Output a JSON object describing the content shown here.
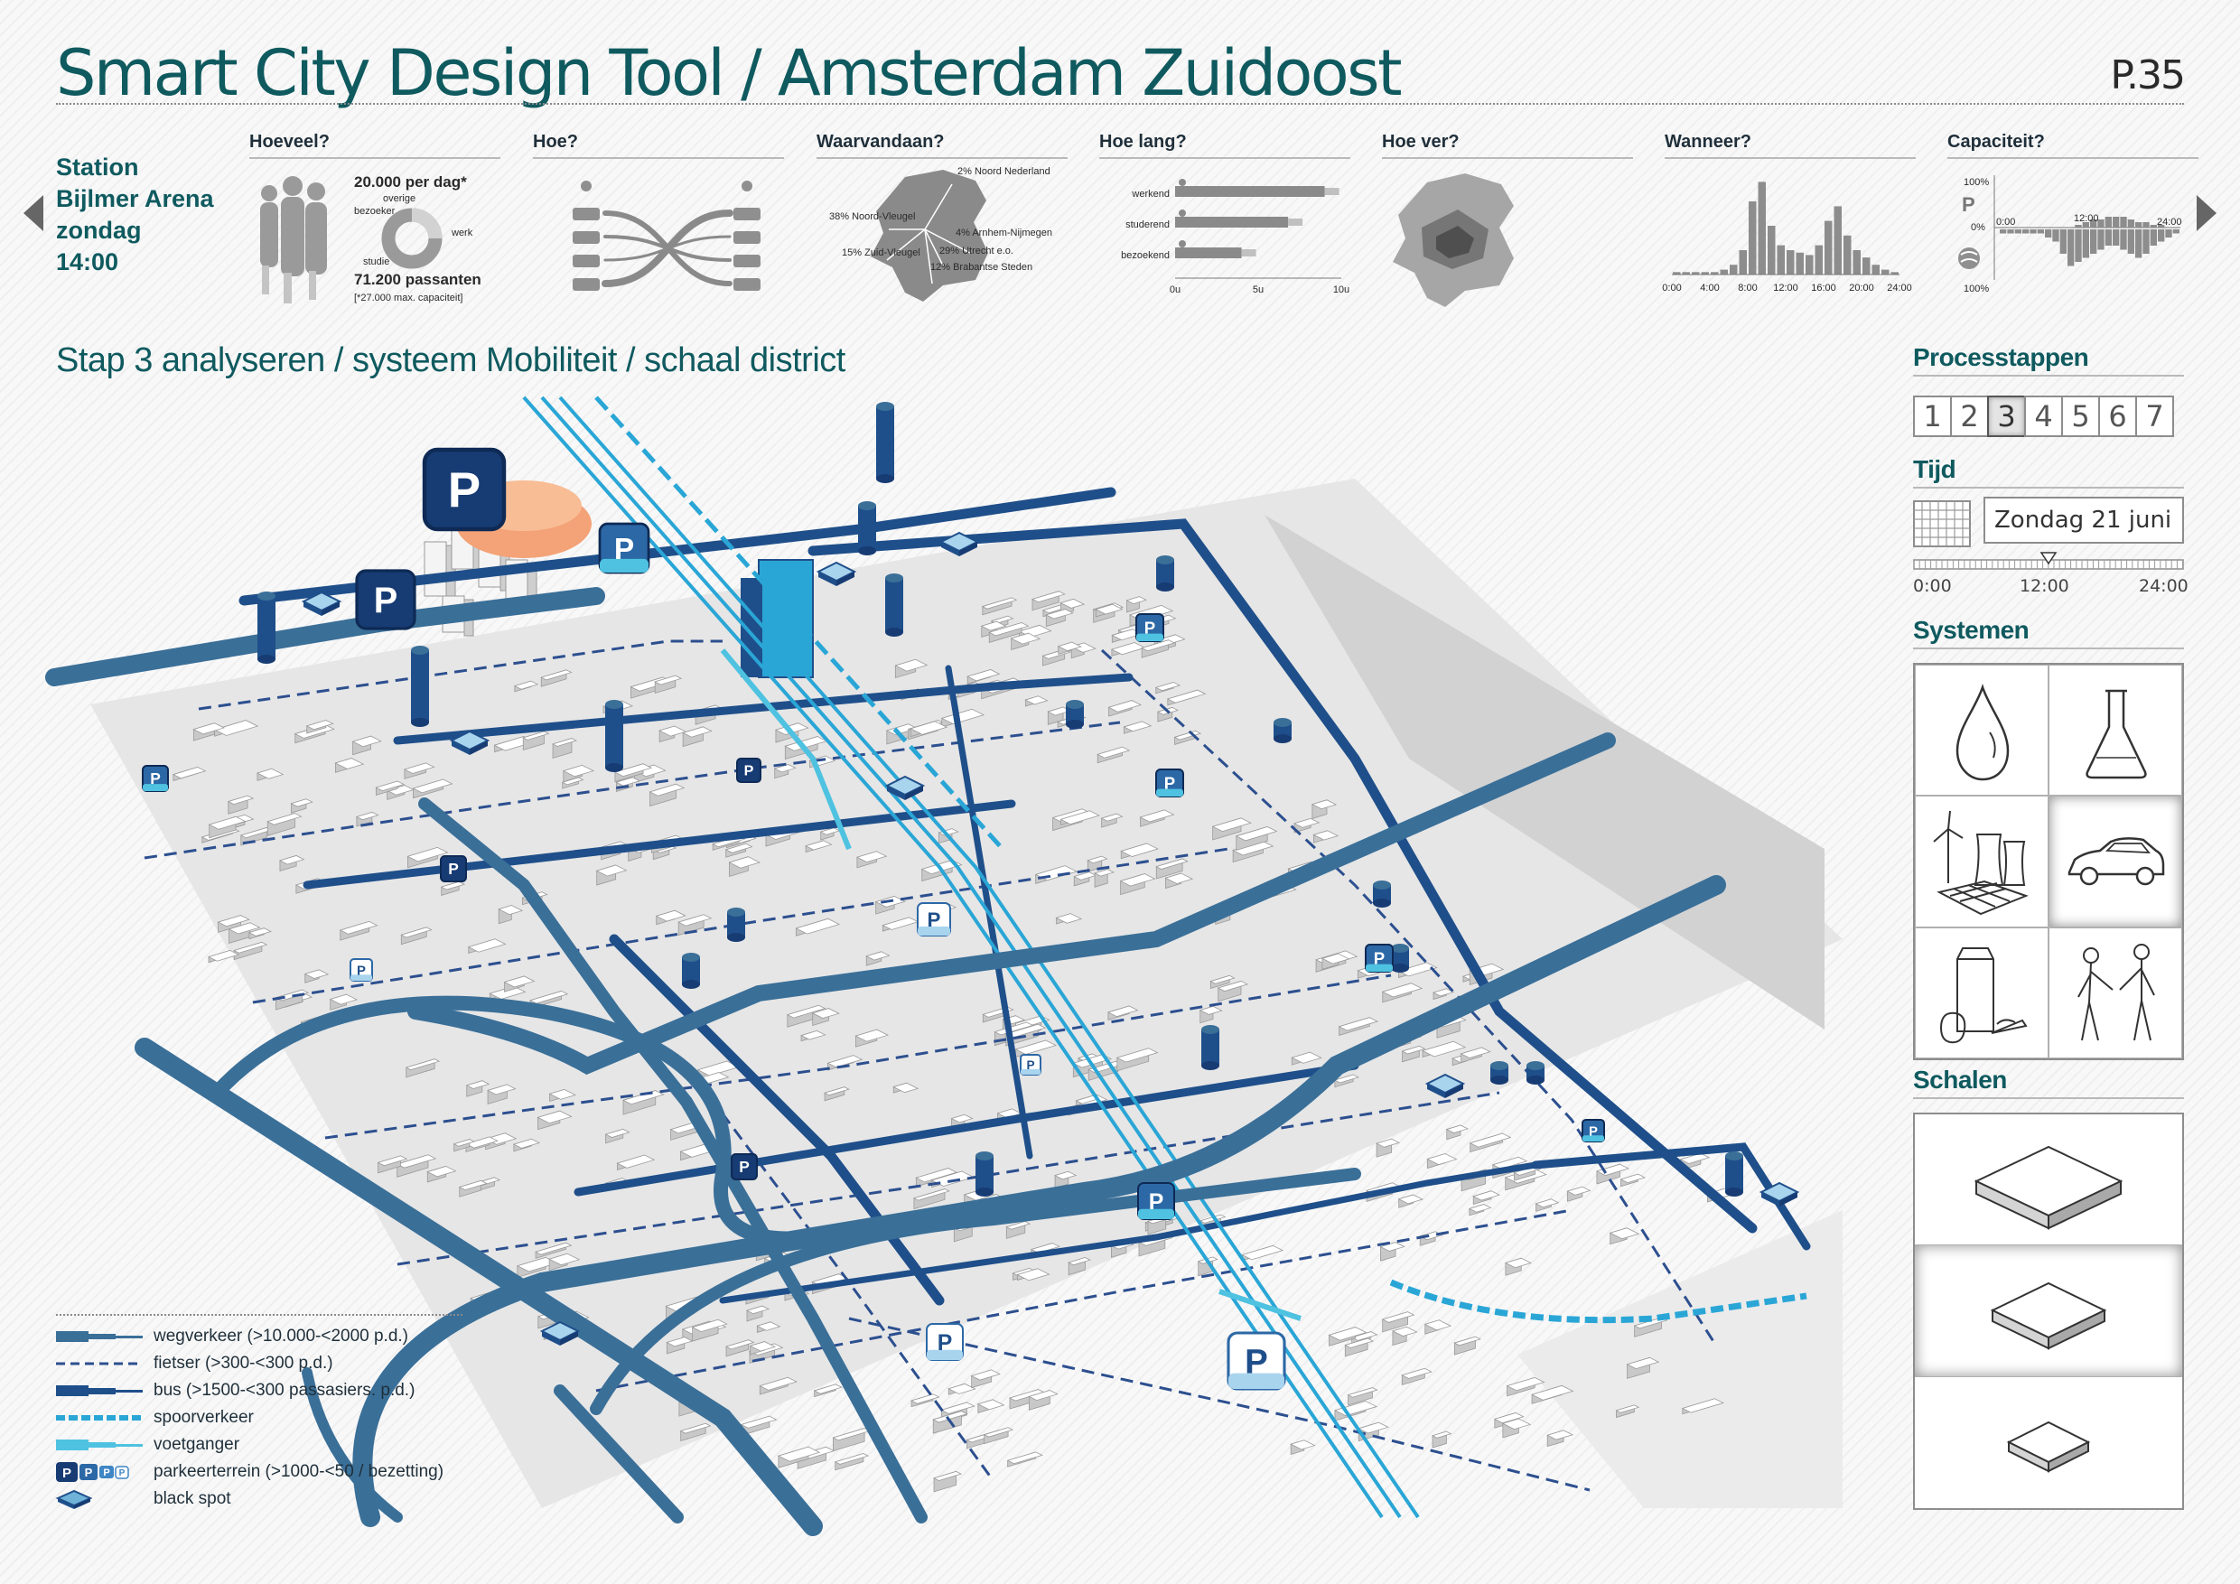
{
  "header": {
    "title": "Smart City Design Tool / Amsterdam Zuidoost",
    "page": "P.35"
  },
  "station": {
    "line1": "Station",
    "line2": "Bijlmer Arena",
    "line3": "zondag",
    "line4": "14:00"
  },
  "infographics": {
    "hoeveel": {
      "heading": "Hoeveel?",
      "per_day": "20.000 per dag*",
      "donut_overige": "overige",
      "donut_bezoeker": "bezoeker",
      "donut_werk": "werk",
      "donut_studie": "studie",
      "passanten": "71.200 passanten",
      "capacity_note": "[*27.000 max. capaciteit]"
    },
    "hoe": {
      "heading": "Hoe?"
    },
    "waarvandaan": {
      "heading": "Waarvandaan?",
      "noord_nederland": "2% Noord Nederland",
      "noord_vleugel": "38% Noord-Vleugel",
      "arnhem_nijmegen": "4% Arnhem-Nijmegen",
      "zuid_vleugel": "15% Zuid-Vleugel",
      "utrecht": "29% Utrecht e.o.",
      "brabantse_steden": "12% Brabantse Steden"
    },
    "hoe_lang": {
      "heading": "Hoe lang?",
      "rows": [
        {
          "label": "werkend",
          "value": 0.9
        },
        {
          "label": "studerend",
          "value": 0.68
        },
        {
          "label": "bezoekend",
          "value": 0.4
        }
      ],
      "axis": [
        "0u",
        "5u",
        "10u"
      ]
    },
    "hoe_ver": {
      "heading": "Hoe ver?"
    },
    "wanneer": {
      "heading": "Wanneer?",
      "axis": [
        "0:00",
        "4:00",
        "8:00",
        "12:00",
        "16:00",
        "20:00",
        "24:00"
      ]
    },
    "capaciteit": {
      "heading": "Capaciteit?",
      "pct_top": "100%",
      "pct_mid": "0%",
      "pct_bottom": "100%",
      "parking_symbol": "P",
      "t0": "0:00",
      "t12": "12:00",
      "t24": "24:00"
    }
  },
  "section": {
    "heading": "Stap 3 analyseren / systeem Mobiliteit / schaal district"
  },
  "map": {
    "colors": {
      "road": "#3a6f98",
      "bus": "#1f4f8a",
      "bus_dark": "#173b73",
      "rail": "#2aa6d6",
      "pedestrian": "#4ec2e0",
      "block": "#ffffff",
      "block_side": "#c8c8c8",
      "ground": "#d6d6d6",
      "arena": "#f4a277"
    },
    "parking_symbol": "P"
  },
  "legend": {
    "items": [
      {
        "label": "wegverkeer (>10.000-<2000 p.d.)"
      },
      {
        "label": "fietser (>300-<300 p.d.)"
      },
      {
        "label": "bus (>1500-<300 passasiers. p.d.)"
      },
      {
        "label": "spoorverkeer"
      },
      {
        "label": "voetganger"
      },
      {
        "label": "parkeerterrein (>1000-<50 / bezetting)"
      },
      {
        "label": "black spot"
      }
    ]
  },
  "sidebar": {
    "processtappen": {
      "heading": "Processtappen",
      "steps": [
        "1",
        "2",
        "3",
        "4",
        "5",
        "6",
        "7"
      ],
      "active_step": "3"
    },
    "tijd": {
      "heading": "Tijd",
      "date": "Zondag 21 juni",
      "t0": "0:00",
      "t12": "12:00",
      "t24": "24:00",
      "selected_time_fraction": 0.5
    },
    "systemen": {
      "heading": "Systemen",
      "items": [
        {
          "icon": "water-drop-icon"
        },
        {
          "icon": "flask-icon"
        },
        {
          "icon": "energy-icon"
        },
        {
          "icon": "car-icon",
          "active": true
        },
        {
          "icon": "food-icon"
        },
        {
          "icon": "people-handshake-icon"
        }
      ]
    },
    "schalen": {
      "heading": "Schalen",
      "items": [
        {
          "icon": "scale-large-icon"
        },
        {
          "icon": "scale-medium-icon",
          "active": true
        },
        {
          "icon": "scale-small-icon"
        }
      ]
    }
  }
}
